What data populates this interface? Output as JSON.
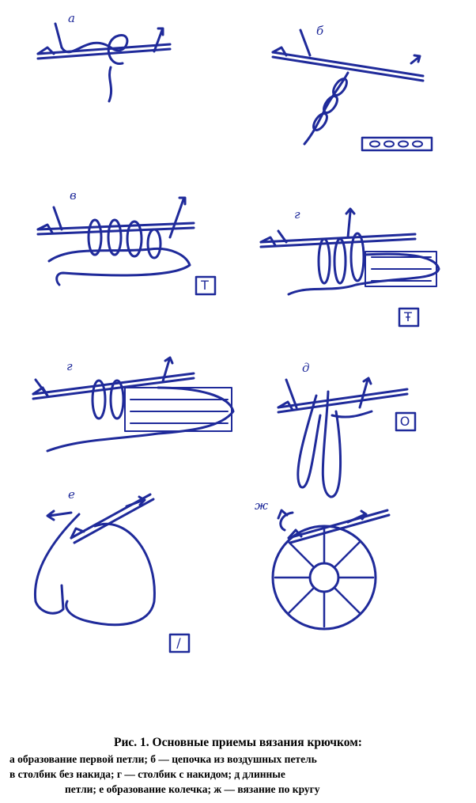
{
  "panels": {
    "a": {
      "letter": "а"
    },
    "b": {
      "letter": "б"
    },
    "v": {
      "letter": "в",
      "symbol": "T"
    },
    "g1": {
      "letter": "г",
      "symbol": "Ŧ"
    },
    "g2": {
      "letter": "г"
    },
    "d": {
      "letter": "д",
      "symbol": "O"
    },
    "e": {
      "letter": "е",
      "symbol": "/"
    },
    "zh": {
      "letter": "ж"
    }
  },
  "colors": {
    "ink": "#1f2a9a",
    "caption": "#000000"
  },
  "caption": {
    "title": "Рис. 1. Основные приемы вязания крючком:",
    "line1": "а    образование первой петли; б — цепочка из воздушных петель",
    "line2": "в    столбик без накида; г — столбик с накидом; д    длинные",
    "line3": "петли; е    образование колечка; ж — вязание по кругу"
  }
}
